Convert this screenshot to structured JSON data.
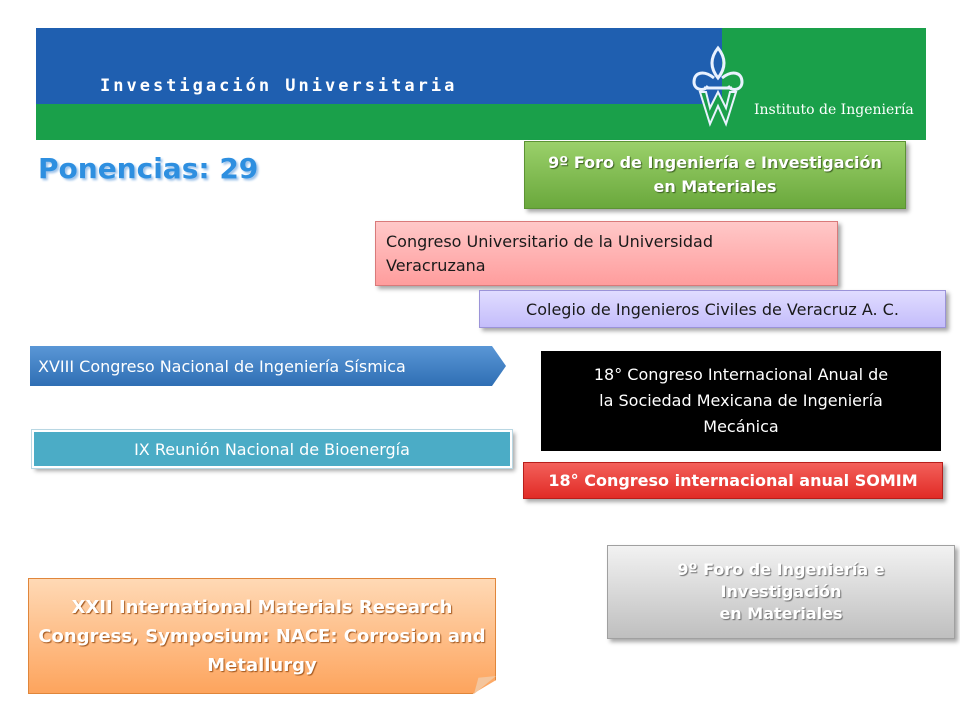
{
  "header": {
    "title": "Investigación Universitaria",
    "institute": "Instituto de Ingeniería",
    "colors": {
      "blue": "#1f5fb0",
      "green": "#1aa04a"
    }
  },
  "ponencias": "Ponencias: 29",
  "events": {
    "foro_top": {
      "line1": "9º Foro de Ingeniería e Investigación",
      "line2": "en Materiales"
    },
    "congreso_uv": {
      "line1": "Congreso Universitario de la Universidad",
      "line2": "Veracruzana"
    },
    "colegio": "Colegio de Ingenieros Civiles de Veracruz A. C.",
    "sismica": "XVIII Congreso Nacional de Ingeniería Sísmica",
    "mecanica": {
      "line1": "18° Congreso Internacional Anual de",
      "line2": "la Sociedad Mexicana de Ingeniería",
      "line3": "Mecánica"
    },
    "bioenergia": "IX Reunión Nacional de Bioenergía",
    "somim": "18° Congreso internacional anual SOMIM",
    "foro_bottom": {
      "line1": "9º Foro de Ingeniería e",
      "line2": "Investigación",
      "line3": "en Materiales"
    },
    "nace": {
      "line1": "XXII International Materials Research",
      "line2": "Congress,  Symposium: NACE: Corrosion and",
      "line3": "Metallurgy"
    }
  },
  "icons": {
    "logo": "uv-fleur-de-lis-logo"
  }
}
